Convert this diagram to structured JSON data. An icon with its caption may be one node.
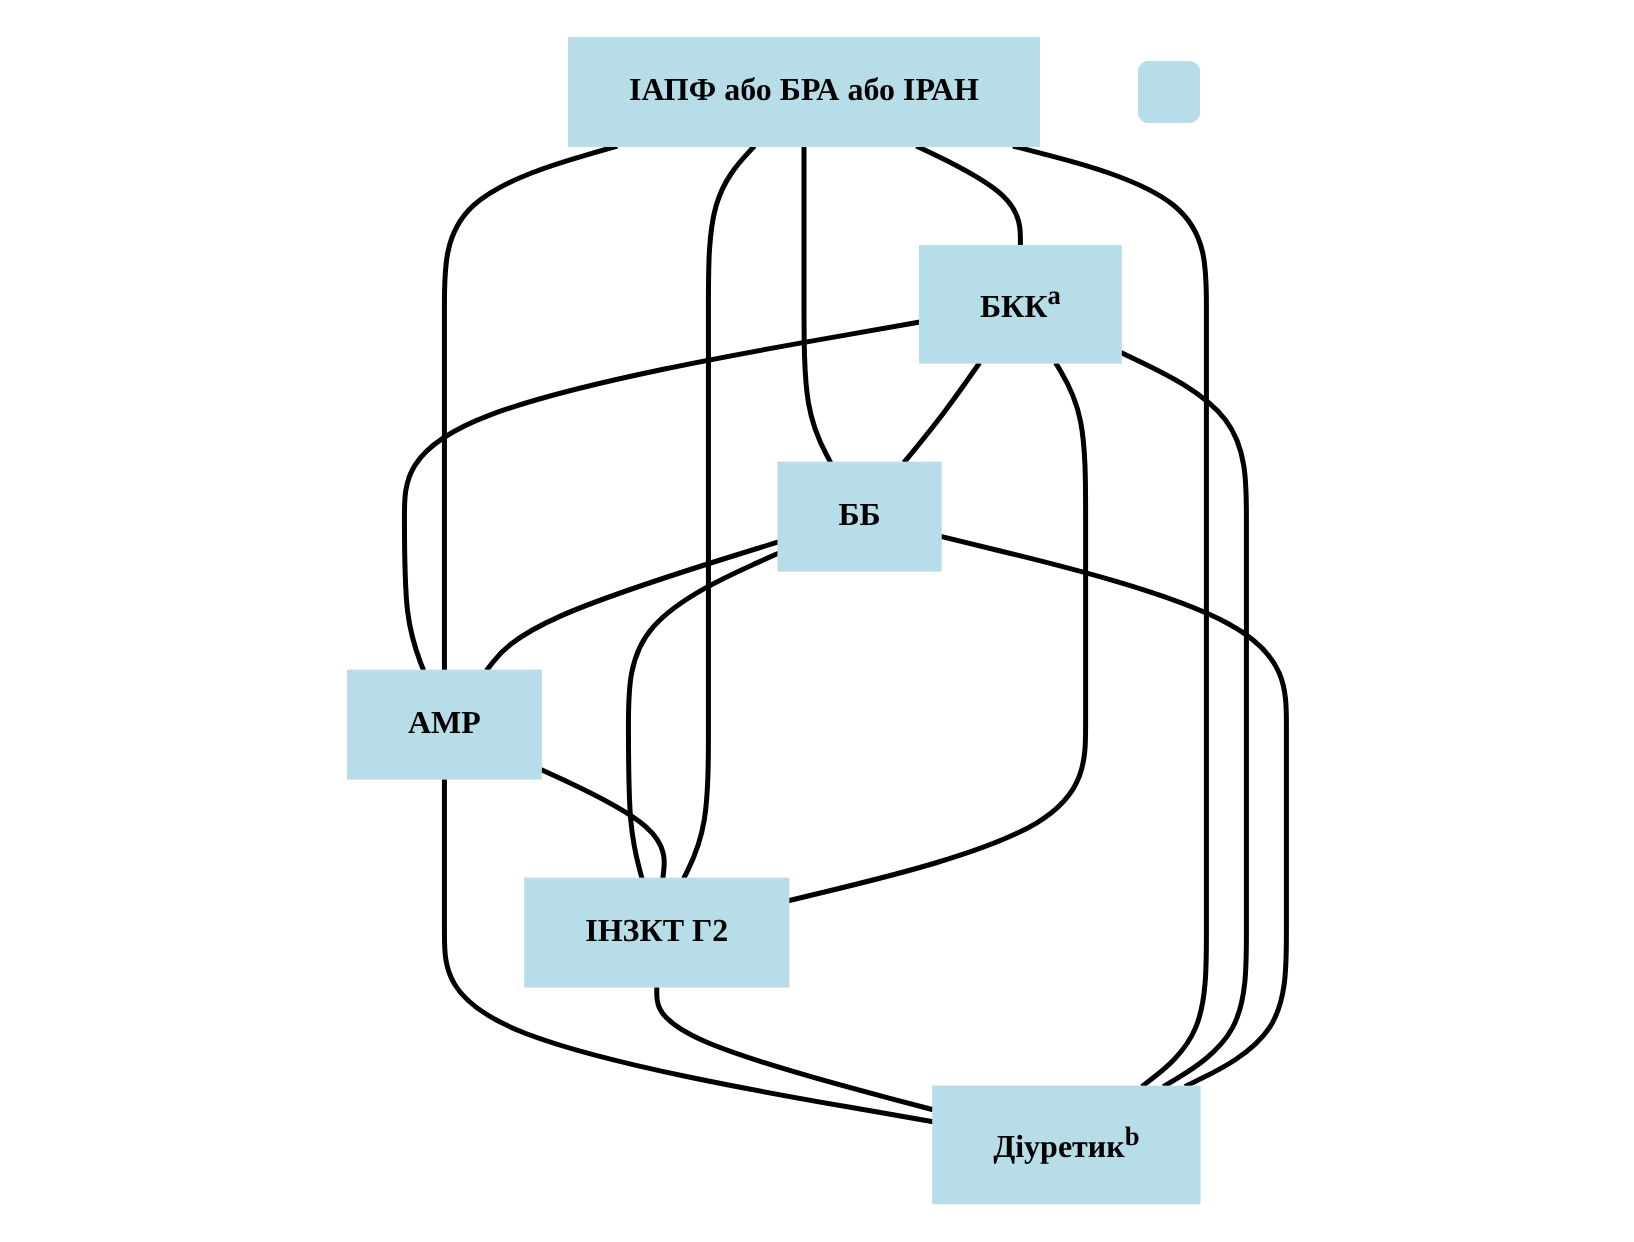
{
  "diagram": {
    "nodes": [
      {
        "text": [
          "ІАПФ або БРА або ІРАН"
        ]
      },
      {
        "text": [
          "БКК$^{a}$"
        ]
      },
      {
        "text": [
          "ББ"
        ]
      },
      {
        "text": [
          "АМР"
        ]
      },
      {
        "text": [
          "ІНЗКТ Г2"
        ]
      },
      {
        "text": [],
        "shape": "box"
      },
      {
        "text": [
          "Діуретик$^{b}$"
        ]
      }
    ],
    "edges": [
      {
        "from": 0,
        "to": 1,
        "arrow": "none"
      },
      {
        "from": 0,
        "to": 2,
        "arrow": "none"
      },
      {
        "from": 1,
        "to": 3,
        "arrow": "none"
      },
      {
        "from": 2,
        "to": 4,
        "arrow": "none"
      },
      {
        "from": 3,
        "to": 6,
        "arrow": "none"
      },
      {
        "from": 4,
        "to": 6,
        "arrow": "none"
      },
      {
        "from": 1,
        "to": 2,
        "arrow": "none"
      },
      {
        "from": 3,
        "to": 4,
        "arrow": "none"
      },
      {
        "from": 0,
        "to": 6,
        "arrow": "none"
      },
      {
        "from": 0,
        "to": 3,
        "arrow": "none"
      },
      {
        "from": 0,
        "to": 4,
        "arrow": "none"
      },
      {
        "from": 1,
        "to": 4,
        "arrow": "none"
      },
      {
        "from": 2,
        "to": 3,
        "arrow": "none"
      },
      {
        "from": 1,
        "to": 6,
        "arrow": "none"
      },
      {
        "from": 2,
        "to": 6,
        "arrow": "none"
      }
    ]
  }
}
